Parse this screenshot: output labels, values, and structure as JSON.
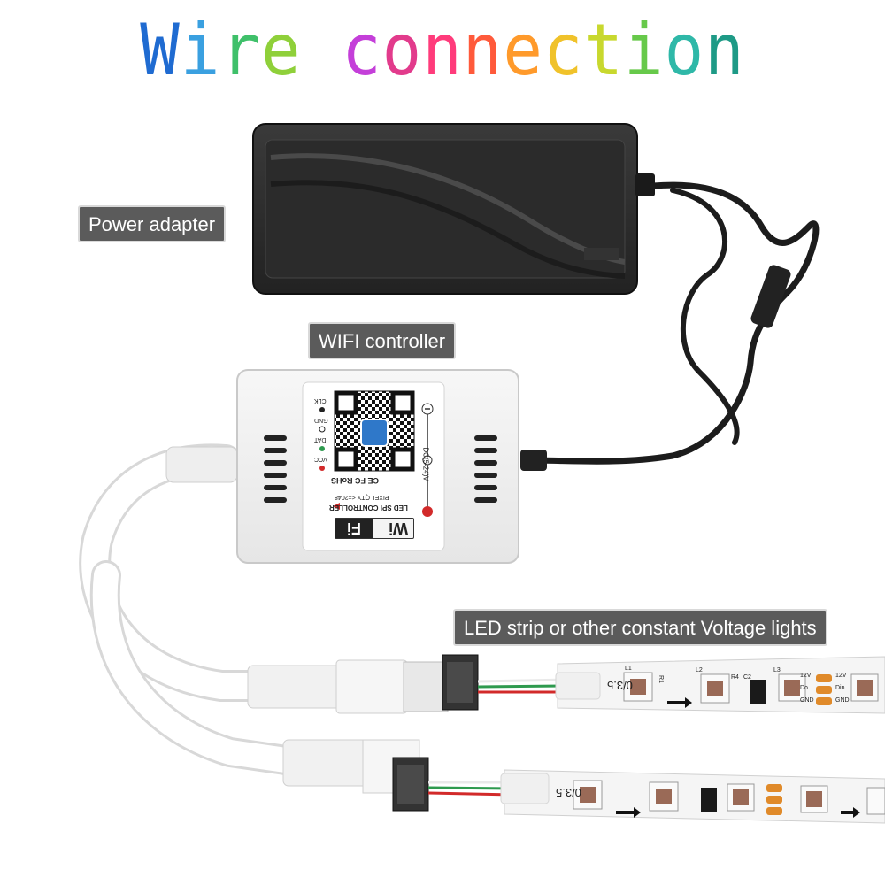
{
  "title": {
    "text": "Wire connection",
    "letters": [
      {
        "ch": "W",
        "color": "#1f6bd1"
      },
      {
        "ch": "i",
        "color": "#3aa0e0"
      },
      {
        "ch": "r",
        "color": "#3fc06a"
      },
      {
        "ch": "e",
        "color": "#8fd03a"
      },
      {
        "ch": " ",
        "color": "#ffffff"
      },
      {
        "ch": "c",
        "color": "#c43fd9"
      },
      {
        "ch": "o",
        "color": "#e23b8c"
      },
      {
        "ch": "n",
        "color": "#ff3b7b"
      },
      {
        "ch": "n",
        "color": "#ff5a3b"
      },
      {
        "ch": "e",
        "color": "#ff9a2b"
      },
      {
        "ch": "c",
        "color": "#f0c22a"
      },
      {
        "ch": "t",
        "color": "#c8d82e"
      },
      {
        "ch": "i",
        "color": "#67c94a"
      },
      {
        "ch": "o",
        "color": "#2fb8a8"
      },
      {
        "ch": "n",
        "color": "#1e9a86"
      }
    ]
  },
  "labels": {
    "power_adapter": "Power adapter",
    "wifi_controller": "WIFI controller",
    "led_strip": "LED strip or other constant Voltage lights"
  },
  "controller": {
    "pins": [
      "CLK",
      "GND",
      "DAT",
      "VCC"
    ],
    "voltage": "DC(5-24)V",
    "model": "LED SPI CONTROLLER",
    "pixel_qty": "PIXEL QTY <=2048",
    "badge_left": "Wi",
    "badge_right": "Fi",
    "cert_marks": [
      "CE",
      "FC",
      "RoHS"
    ]
  },
  "strip": {
    "cut_mark": "0/3.5",
    "pad_labels": [
      "12V",
      "Din",
      "GND",
      "12V",
      "Do",
      "GND"
    ],
    "components": [
      "L1",
      "R1",
      "L2",
      "R4",
      "C2",
      "L3"
    ]
  },
  "colors": {
    "adapter": "#2e2e2e",
    "cable": "#1c1c1c",
    "controller_body": "#f2f2f2",
    "label_bg": "#5b5b5b",
    "strip_pcb": "#f5f5f5",
    "wire_green": "#2e9a4e",
    "wire_red": "#d22a2a",
    "wire_white": "#e9e9e9"
  }
}
